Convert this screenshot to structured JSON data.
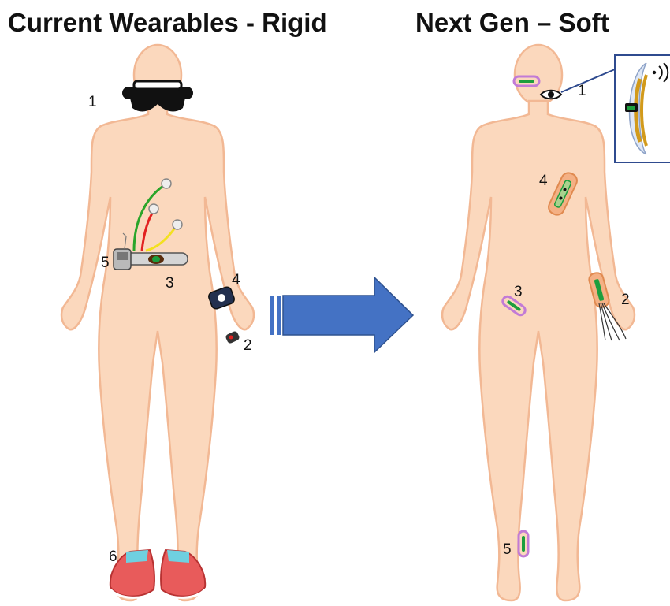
{
  "titles": {
    "left": "Current Wearables - Rigid",
    "right": "Next Gen – Soft"
  },
  "left_labels": {
    "glasses": "1",
    "ring": "2",
    "ecg_belt": "3",
    "watch": "4",
    "insulin_pump": "5",
    "shoes": "6"
  },
  "right_labels": {
    "eye": "1",
    "wrist": "2",
    "hip": "3",
    "chest": "4",
    "ankle": "5"
  },
  "colors": {
    "skin": "#fbd8bd",
    "skin_outline": "#f2b894",
    "arrow": "#4472c4",
    "patch_outline": "#c27bd6",
    "patch_green": "#1c9e3e",
    "callout_border": "#2f4b8f"
  }
}
